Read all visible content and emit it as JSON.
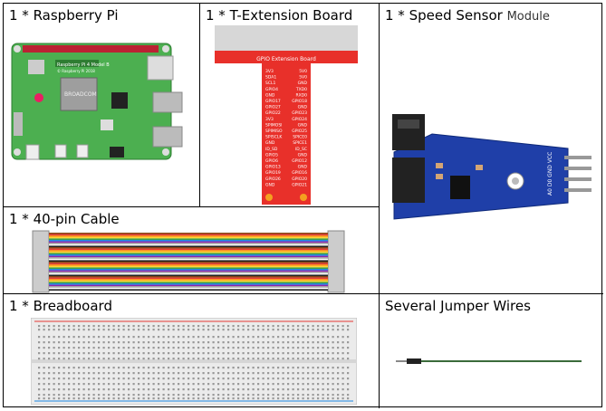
{
  "cells": {
    "raspberry_pi": {
      "label": "1 * Raspberry Pi",
      "board_text": "Raspberry Pi 4 Model B",
      "board_sub": "© Raspberry Pi 2018",
      "chip_text": "BROADCOM"
    },
    "t_extension": {
      "label": "1 * T-Extension Board",
      "header": "GPIO Extension Board",
      "left_pins": [
        "3V3",
        "SDA1",
        "SCL1",
        "GPIO4",
        "GND",
        "GPIO17",
        "GPIO27",
        "GPIO22",
        "3V3",
        "SPIMOSI",
        "SPIMISO",
        "SPISCLK",
        "GND",
        "ID_SD",
        "GPIO5",
        "GPIO6",
        "GPIO13",
        "GPIO19",
        "GPIO26",
        "GND"
      ],
      "right_pins": [
        "5V0",
        "5V0",
        "GND",
        "TXD0",
        "RXD0",
        "GPIO18",
        "GND",
        "GPIO23",
        "GPIO24",
        "GND",
        "GPIO25",
        "SPICE0",
        "SPICE1",
        "ID_SC",
        "GND",
        "GPIO12",
        "GND",
        "GPIO16",
        "GPIO20",
        "GPIO21"
      ]
    },
    "speed_sensor": {
      "label_main": "1 * Speed Sensor",
      "label_suffix": "Module",
      "pin_labels": "A0 D0 GND VCC"
    },
    "cable": {
      "label": "1 * 40-pin Cable"
    },
    "breadboard": {
      "label": "1 * Breadboard"
    },
    "jumper": {
      "label": "Several Jumper Wires"
    }
  },
  "colors": {
    "pi_green": "#4caf50",
    "red_board": "#e8302a",
    "sensor_blue": "#1f3fa8",
    "wire_green": "#3a6b3a"
  }
}
